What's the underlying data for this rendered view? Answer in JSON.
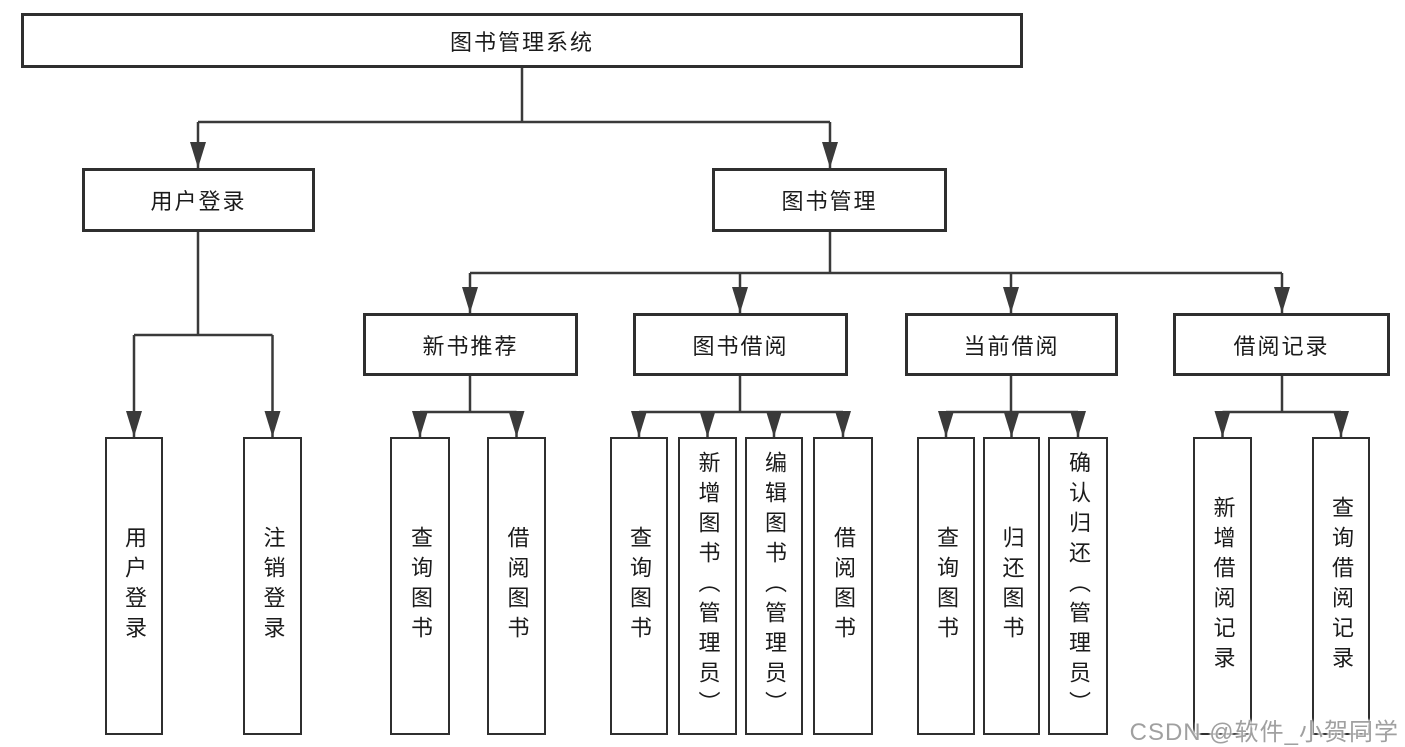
{
  "diagram": {
    "title": "图书管理系统",
    "nodes": {
      "root": {
        "label": "图书管理系统"
      },
      "level2": [
        {
          "label": "用户登录"
        },
        {
          "label": "图书管理"
        }
      ],
      "level3": [
        {
          "label": "新书推荐"
        },
        {
          "label": "图书借阅"
        },
        {
          "label": "当前借阅"
        },
        {
          "label": "借阅记录"
        }
      ],
      "leaves": [
        {
          "label": "用户登录"
        },
        {
          "label": "注销登录"
        },
        {
          "label": "查询图书"
        },
        {
          "label": "借阅图书"
        },
        {
          "label": "查询图书"
        },
        {
          "label": "新增图书（管理员）"
        },
        {
          "label": "编辑图书（管理员）"
        },
        {
          "label": "借阅图书"
        },
        {
          "label": "查询图书"
        },
        {
          "label": "归还图书"
        },
        {
          "label": "确认归还（管理员）"
        },
        {
          "label": "新增借阅记录"
        },
        {
          "label": "查询借阅记录"
        }
      ]
    },
    "structure": [
      {
        "parent": "图书管理系统",
        "children": [
          "用户登录",
          "图书管理"
        ]
      },
      {
        "parent": "用户登录",
        "children": [
          "用户登录",
          "注销登录"
        ]
      },
      {
        "parent": "图书管理",
        "children": [
          "新书推荐",
          "图书借阅",
          "当前借阅",
          "借阅记录"
        ]
      },
      {
        "parent": "新书推荐",
        "children": [
          "查询图书",
          "借阅图书"
        ]
      },
      {
        "parent": "图书借阅",
        "children": [
          "查询图书",
          "新增图书（管理员）",
          "编辑图书（管理员）",
          "借阅图书"
        ]
      },
      {
        "parent": "当前借阅",
        "children": [
          "查询图书",
          "归还图书",
          "确认归还（管理员）"
        ]
      },
      {
        "parent": "借阅记录",
        "children": [
          "新增借阅记录",
          "查询借阅记录"
        ]
      }
    ],
    "colors": {
      "line": "#3a3a3a",
      "border": "#2f2f2f",
      "text": "#1b1b1b",
      "watermark": "#a0a0a0",
      "background": "#ffffff"
    },
    "watermark": {
      "text": "CSDN @软件_小贺同学"
    }
  }
}
